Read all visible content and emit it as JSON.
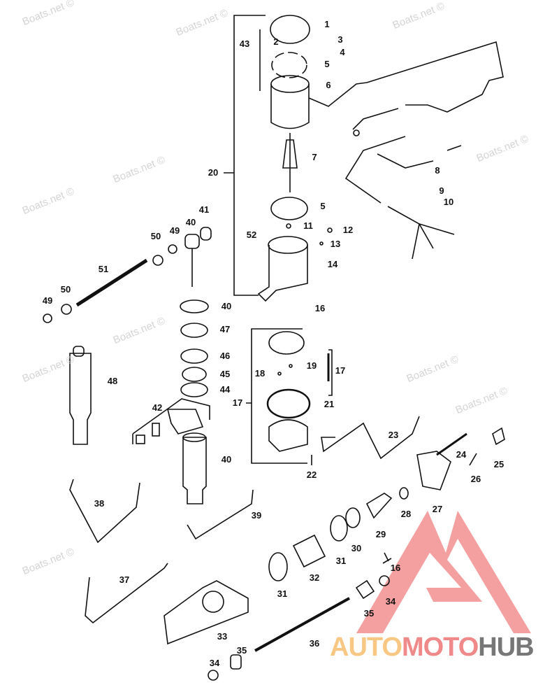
{
  "diagram": {
    "title": "Power trim/tilt motor and pump assembly parts diagram",
    "part_labels": [
      "1",
      "2",
      "3",
      "4",
      "5",
      "6",
      "43",
      "7",
      "20",
      "8",
      "9",
      "10",
      "41",
      "5",
      "11",
      "12",
      "13",
      "52",
      "14",
      "40",
      "49",
      "50",
      "51",
      "50",
      "49",
      "40",
      "16",
      "47",
      "46",
      "45",
      "44",
      "48",
      "17",
      "18",
      "19",
      "17",
      "21",
      "42",
      "23",
      "24",
      "25",
      "26",
      "40",
      "22",
      "27",
      "28",
      "29",
      "30",
      "31",
      "38",
      "39",
      "37",
      "32",
      "31",
      "16",
      "34",
      "35",
      "33",
      "35",
      "36",
      "34"
    ]
  },
  "watermarks": [
    "Boats.net ©",
    "Boats.net ©",
    "Boats.net ©",
    "Boats.net ©",
    "Boats.net ©",
    "Boats.net ©",
    "Boats.net ©",
    "Boats.net ©",
    "Boats.net ©",
    "Boats.net ©",
    "Boats.net ©"
  ],
  "logo": {
    "part1": "AUTO",
    "part2": "MOTO",
    "part3": "HUB",
    "colors": {
      "triangle": "#f08080",
      "auto": "#f9c784",
      "moto": "#f08a8a",
      "hub": "#777777"
    }
  }
}
